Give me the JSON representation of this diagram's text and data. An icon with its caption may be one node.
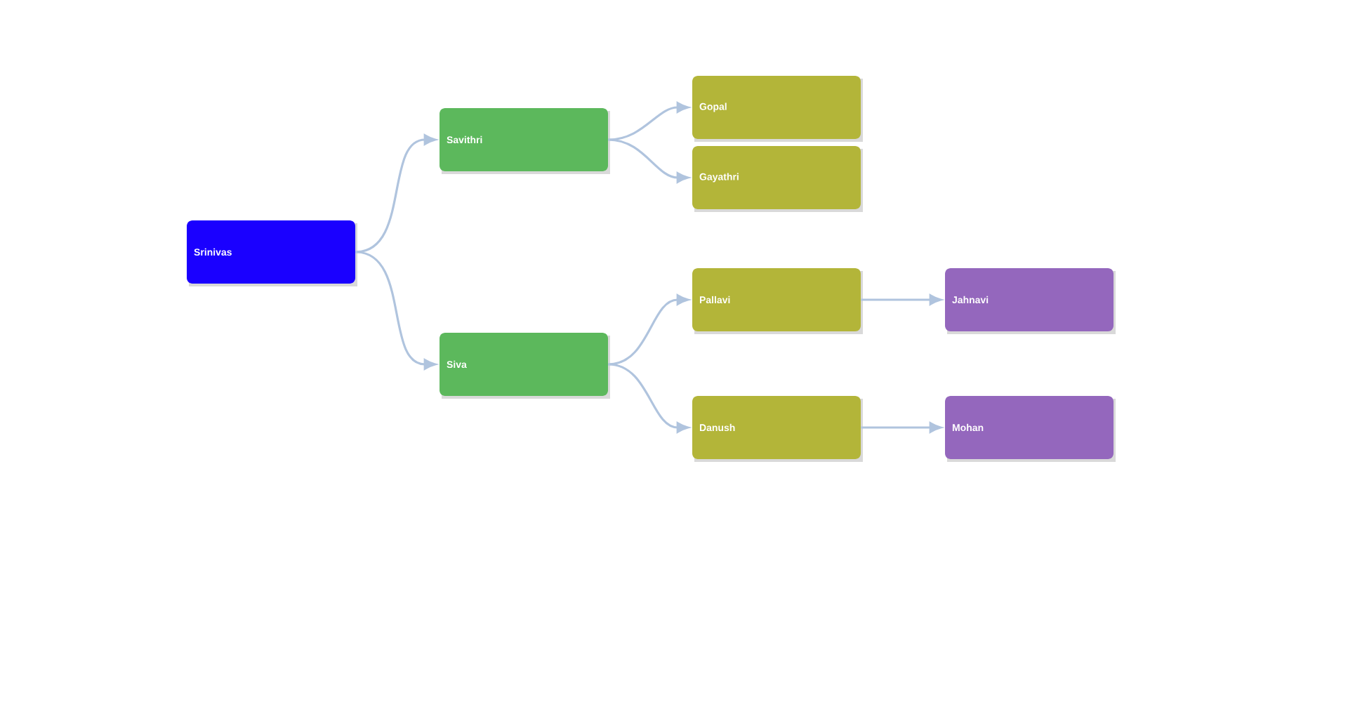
{
  "diagram": {
    "nodes": [
      {
        "text": [
          "Srinivas"
        ]
      },
      {
        "text": [
          "Savithri"
        ]
      },
      {
        "text": [
          "Siva"
        ]
      },
      {
        "text": [
          "Gopal"
        ]
      },
      {
        "text": [
          "Gayathri"
        ]
      },
      {
        "text": [
          "Pallavi"
        ]
      },
      {
        "text": [
          "Danush"
        ]
      },
      {
        "text": [
          "Jahnavi"
        ]
      },
      {
        "text": [
          "Mohan"
        ]
      }
    ],
    "edges": [
      {
        "from": 0,
        "to": 1,
        "arrow": "to"
      },
      {
        "from": 0,
        "to": 2,
        "arrow": "to"
      },
      {
        "from": 1,
        "to": 3,
        "arrow": "to"
      },
      {
        "from": 1,
        "to": 4,
        "arrow": "to"
      },
      {
        "from": 2,
        "to": 5,
        "arrow": "to"
      },
      {
        "from": 2,
        "to": 6,
        "arrow": "to"
      },
      {
        "from": 5,
        "to": 7,
        "arrow": "to"
      },
      {
        "from": 6,
        "to": 8,
        "arrow": "to"
      }
    ]
  }
}
